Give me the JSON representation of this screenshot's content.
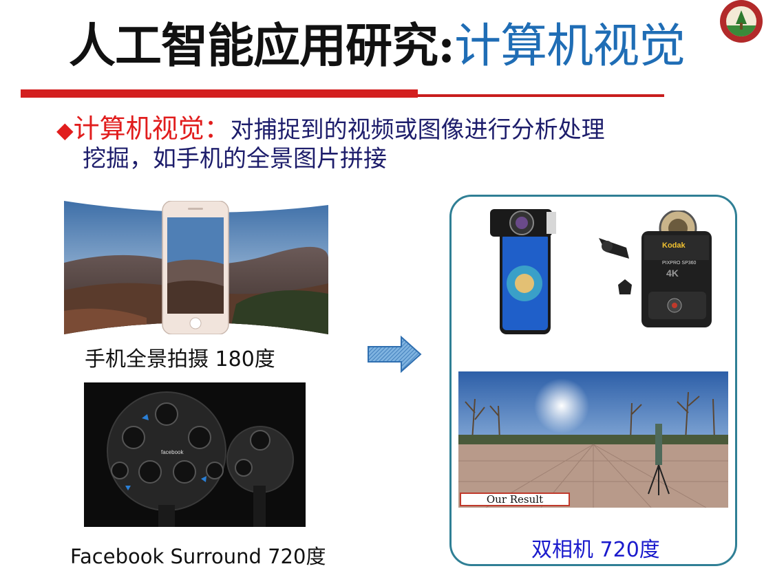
{
  "slide": {
    "title_main": "人工智能应用研究:",
    "title_accent": "计算机视觉",
    "bullet": {
      "marker": "◆",
      "keyword": "计算机视觉：",
      "text_line1": "对捕捉到的视频或图像进行分析处理",
      "text_line2": "挖掘，如手机的全景图片拼接"
    },
    "left": {
      "caption_phone": "手机全景拍摄 180度",
      "caption_facebook": "Facebook Surround 720度",
      "facebook_brand": "facebook"
    },
    "right": {
      "result_label": "Our Result",
      "caption_dual": "双相机 720度",
      "kodak_brand": "Kodak",
      "kodak_model": "PIXPRO SP360",
      "kodak_4k": "4K"
    },
    "colors": {
      "accent_blue": "#1f6db5",
      "red": "#d31f1f",
      "box_border": "#2f7f95",
      "caption_blue": "#1a1acc"
    }
  }
}
